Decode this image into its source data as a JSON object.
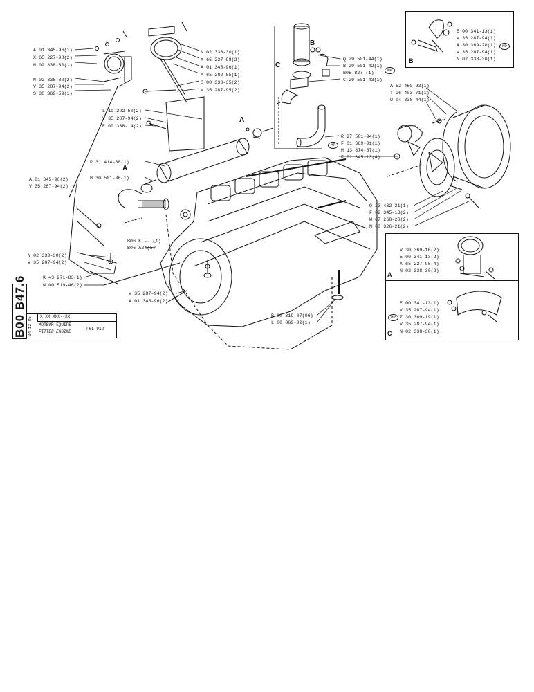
{
  "sheet": {
    "code": "B00 B47.6",
    "date": "04-12-85",
    "ref_pattern": "X  XX  XXX--XX",
    "title_fr": "MOTEUR EQUIPE",
    "title_en": "FITTED ENGINE",
    "model": "F6L 912"
  },
  "callouts": {
    "a1": "A",
    "a2": "A",
    "b": "B",
    "c": "C",
    "box_b": "B",
    "box_a": "A",
    "box_c": "C",
    "mp": "MP"
  },
  "labels": {
    "top_left": [
      "A 01 345-96(1)",
      "X 65 227-98(2)",
      "N 02 338-30(1)"
    ],
    "left_mid": [
      "N 02 338-30(2)",
      "V 35 287-94(2)",
      "S 30 369-59(1)"
    ],
    "top_center": [
      "N 02 338-30(1)",
      "X 65 227-98(2)",
      "A 01 345-96(1)",
      "M 65 282-85(1)",
      "S 08 338-35(2)",
      "W 35 287-95(2)"
    ],
    "bracket_mid": [
      "L 19 292-50(2)",
      "V 35 287-94(2)",
      "E 00 338-14(2)"
    ],
    "muffler": [
      "P 31 414-68(1)",
      "H 30 501-06(1)"
    ],
    "left_support": [
      "A 01 345-96(2)",
      "V 35 287-94(2)"
    ],
    "b06": [
      "B06 K...  (1)",
      "B06 A24(1)"
    ],
    "bottom_left": [
      "N 02 338-30(2)",
      "V 35 287-94(2)",
      "K 43 271-83(1)",
      "N 00 519-46(2)"
    ],
    "bottom_mid": [
      "V 35 287-94(2)",
      "A 01 345-96(2)"
    ],
    "bottom_center": [
      "B 00 319-07(06)",
      "L 00 369-02(1)"
    ],
    "pipe_top": [
      "Q 29 501-44(1)",
      "B 29 501-42(1)",
      "B05 827 (1)",
      "C 29 501-43(1)"
    ],
    "pipe_mid": [
      "R 27 501-94(1)",
      "F 01 369-01(1)",
      "H 13 374-57(1)",
      "F 02 345-13(4)"
    ],
    "blower": [
      "A 52 460-93(1)",
      "T 26 403-71(1)",
      "U 04 338-44(1)"
    ],
    "blower_low": [
      "Q 23 432-31(1)",
      "F 02 345-13(2)",
      "W 07 268-20(2)",
      "M 00 326-21(2)"
    ],
    "box_b": [
      "E 00 341-13(1)",
      "V 35 287-94(1)",
      "A 30 369-20(1)",
      "V 35 287-94(1)",
      "N 02 338-30(1)"
    ],
    "box_a": [
      "V 30 369-16(2)",
      "E 00 341-13(2)",
      "X 65 227-98(4)",
      "N 02 338-30(2)"
    ],
    "box_c": [
      "E 00 341-13(1)",
      "V 35 287-94(1)",
      "Z 30 369-19(1)",
      "V 35 287-94(1)",
      "N 02 338-30(1)"
    ]
  }
}
